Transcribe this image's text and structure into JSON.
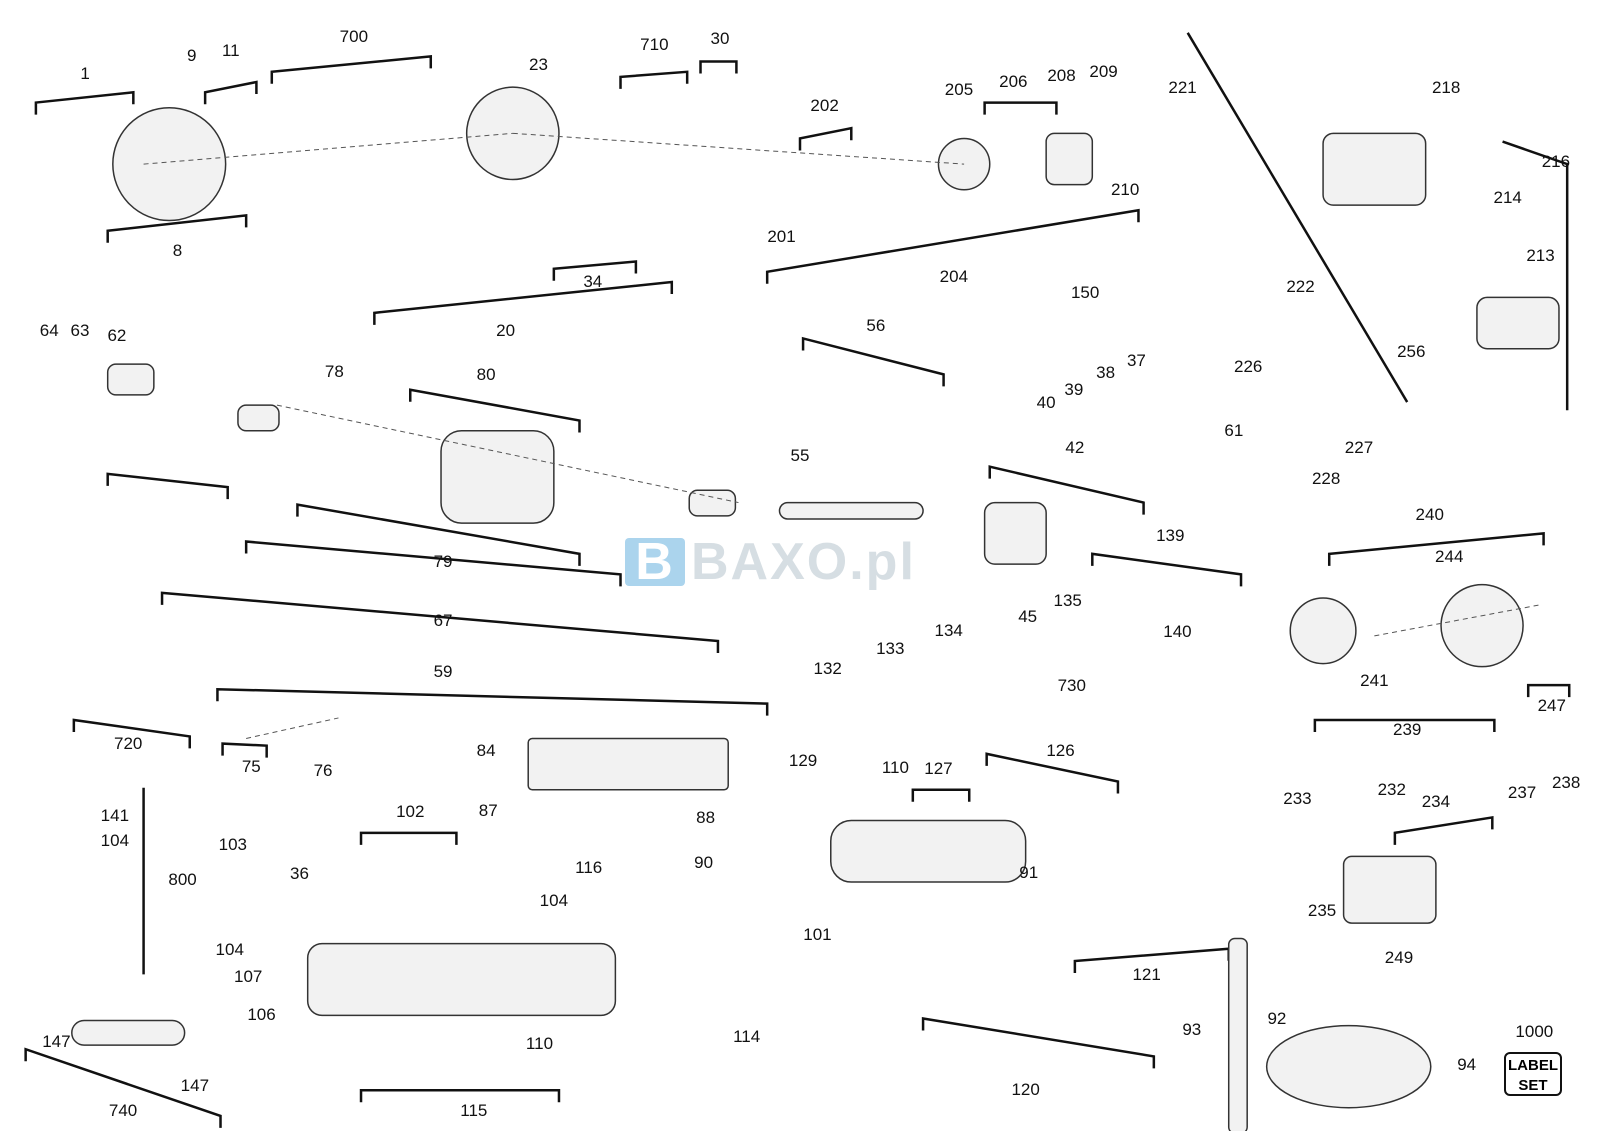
{
  "title": "Exploded parts diagram - mitre saw",
  "watermark": {
    "text": "BAXO.pl",
    "mark": "B"
  },
  "label_set": {
    "line1": "LABEL",
    "line2": "SET"
  },
  "part_numbers": [
    "1",
    "9",
    "11",
    "700",
    "23",
    "710",
    "30",
    "202",
    "205",
    "206",
    "208",
    "209",
    "221",
    "218",
    "216",
    "214",
    "213",
    "222",
    "256",
    "226",
    "61",
    "227",
    "228",
    "8",
    "34",
    "20",
    "201",
    "210",
    "204",
    "150",
    "37",
    "38",
    "39",
    "40",
    "64",
    "63",
    "62",
    "78",
    "80",
    "56",
    "55",
    "42",
    "139",
    "240",
    "244",
    "79",
    "67",
    "59",
    "45",
    "135",
    "134",
    "133",
    "132",
    "140",
    "730",
    "241",
    "239",
    "247",
    "720",
    "75",
    "76",
    "84",
    "87",
    "129",
    "110",
    "127",
    "126",
    "88",
    "90",
    "91",
    "233",
    "232",
    "234",
    "237",
    "238",
    "141",
    "104",
    "800",
    "102",
    "103",
    "36",
    "116",
    "104",
    "104",
    "107",
    "106",
    "110",
    "114",
    "115",
    "101",
    "121",
    "235",
    "249",
    "120",
    "93",
    "92",
    "94",
    "1000",
    "147",
    "147",
    "740"
  ]
}
